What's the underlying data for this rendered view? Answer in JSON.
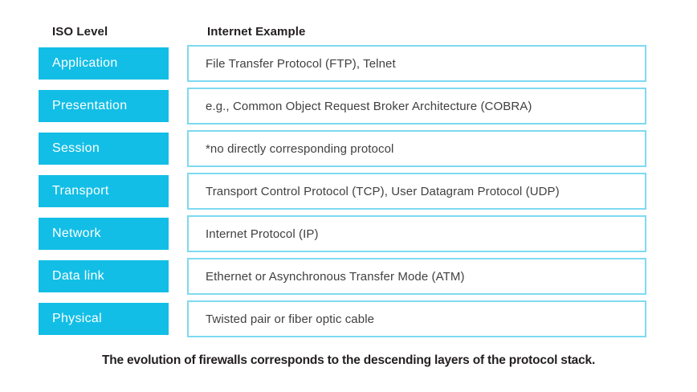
{
  "page": {
    "caption": "The evolution of firewalls corresponds to the descending layers of the protocol stack."
  },
  "table": {
    "columns": {
      "iso_level": "ISO Level",
      "internet_example": "Internet Example"
    },
    "rows": [
      {
        "level": "Application",
        "example": "File Transfer Protocol (FTP), Telnet"
      },
      {
        "level": "Presentation",
        "example": "e.g., Common Object Request Broker Architecture (COBRA)"
      },
      {
        "level": "Session",
        "example": "*no directly corresponding protocol"
      },
      {
        "level": "Transport",
        "example": "Transport Control Protocol (TCP), User Datagram Protocol (UDP)"
      },
      {
        "level": "Network",
        "example": "Internet Protocol (IP)"
      },
      {
        "level": "Data link",
        "example": "Ethernet or Asynchronous Transfer Mode (ATM)"
      },
      {
        "level": "Physical",
        "example": "Twisted pair or fiber optic cable"
      }
    ]
  },
  "colors": {
    "accent": "#12BEE6",
    "box_border": "#7EDAF0",
    "text_dark": "#231F20",
    "example_text": "#414042"
  }
}
